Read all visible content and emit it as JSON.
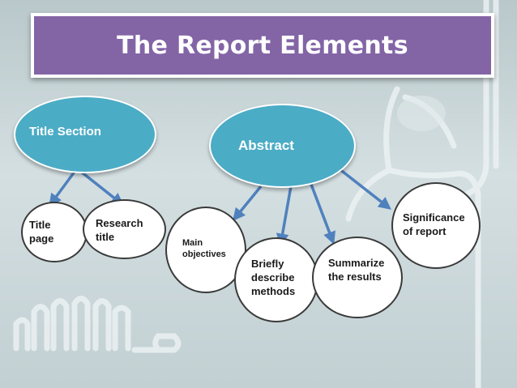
{
  "title": "The Report Elements",
  "nodes": {
    "title_section": "Title Section",
    "abstract": "Abstract",
    "title_page": "Title\npage",
    "research_title": "Research\ntitle",
    "main_objectives": "Main\nobjectives",
    "briefly_describe": "Briefly\ndescribe\nmethods",
    "summarize": "Summarize\nthe  results",
    "significance": "Significance\nof report"
  },
  "colors": {
    "title_fill": "#8365a6",
    "node_fill": "#4bacc6",
    "arrow": "#4f81bd"
  }
}
